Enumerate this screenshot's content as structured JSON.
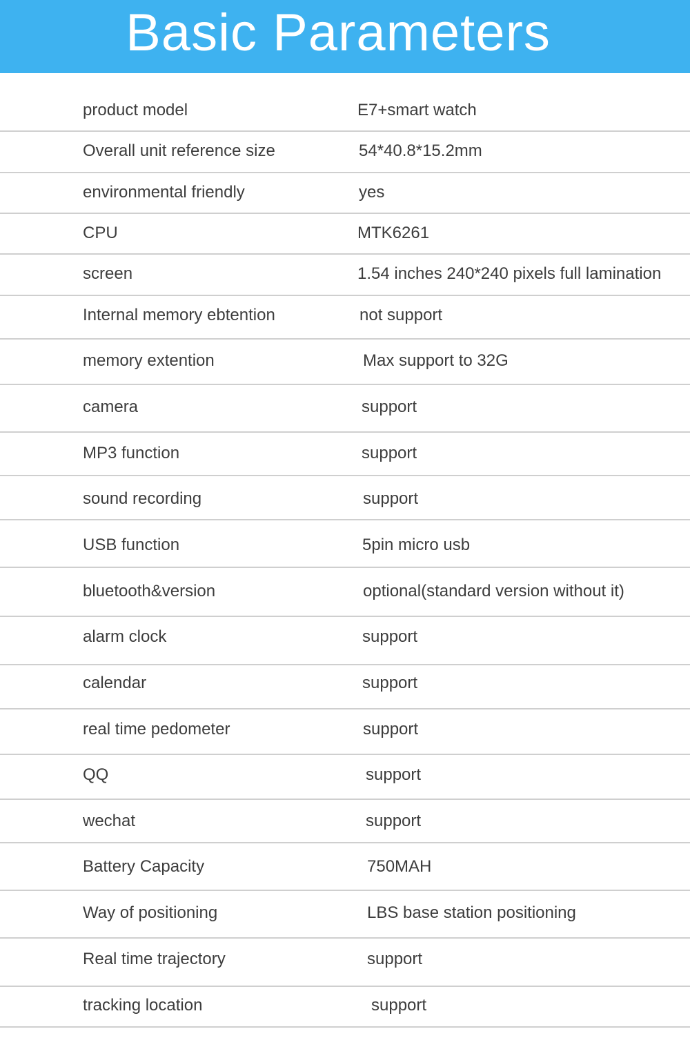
{
  "header": {
    "title": "Basic Parameters",
    "background_color": "#3eb2f0",
    "text_color": "#ffffff"
  },
  "rows": [
    {
      "label": "product model",
      "value": "E7+smart watch"
    },
    {
      "label": "Overall unit reference size",
      "value": "54*40.8*15.2mm"
    },
    {
      "label": "environmental friendly",
      "value": "yes"
    },
    {
      "label": "CPU",
      "value": "MTK6261"
    },
    {
      "label": "screen",
      "value": "1.54 inches 240*240 pixels full lamination"
    },
    {
      "label": "Internal memory ebtention",
      "value": "not support"
    },
    {
      "label": "memory extention",
      "value": "Max support to 32G"
    },
    {
      "label": "camera",
      "value": "support"
    },
    {
      "label": "MP3 function",
      "value": "support"
    },
    {
      "label": "sound recording",
      "value": "support"
    },
    {
      "label": "USB function",
      "value": "5pin micro usb"
    },
    {
      "label": "bluetooth&version",
      "value": "optional(standard version without it)"
    },
    {
      "label": "alarm clock",
      "value": "support"
    },
    {
      "label": "calendar",
      "value": "support"
    },
    {
      "label": "real time pedometer",
      "value": "support"
    },
    {
      "label": "QQ",
      "value": "support"
    },
    {
      "label": "wechat",
      "value": "support"
    },
    {
      "label": "Battery Capacity",
      "value": "750MAH"
    },
    {
      "label": "Way of positioning",
      "value": "LBS base station positioning"
    },
    {
      "label": "Real time trajectory",
      "value": "support"
    },
    {
      "label": "tracking location",
      "value": "support"
    }
  ]
}
